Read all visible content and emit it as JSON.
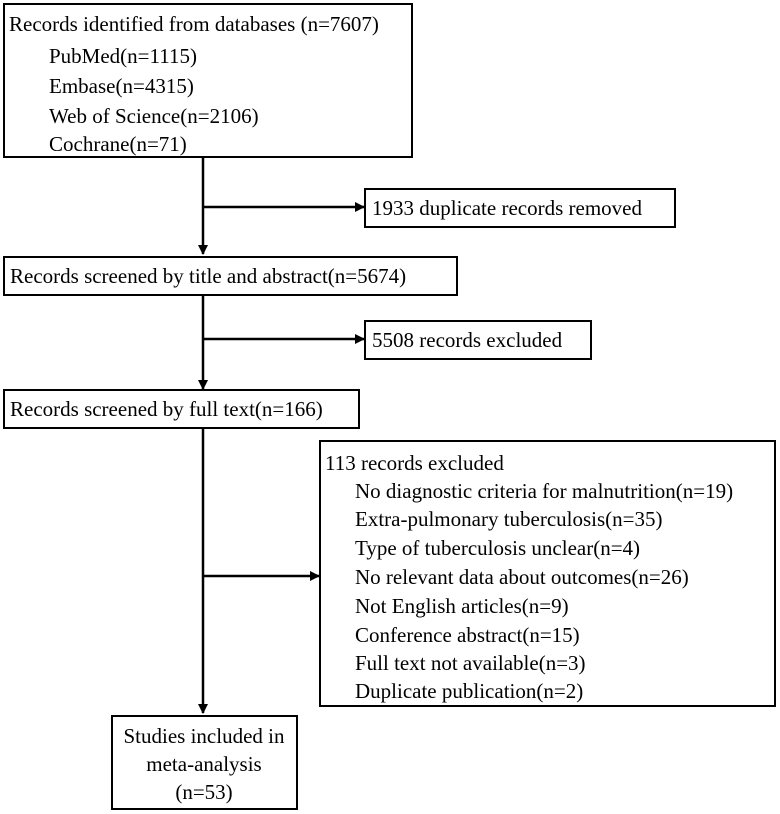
{
  "identification": {
    "title": "Records identified from databases (n=7607)",
    "sources": [
      "PubMed(n=1115)",
      "Embase(n=4315)",
      "Web of Science(n=2106)",
      "Cochrane(n=71)"
    ]
  },
  "duplicates": {
    "label": "1933 duplicate records removed"
  },
  "screening": {
    "label": "Records screened by title and abstract(n=5674)"
  },
  "excluded_screening": {
    "label": "5508 records excluded"
  },
  "fulltext": {
    "label": "Records screened by full text(n=166)"
  },
  "excluded_fulltext": {
    "title": "113 records excluded",
    "reasons": [
      "No diagnostic criteria for malnutrition(n=19)",
      "Extra-pulmonary tuberculosis(n=35)",
      "Type of tuberculosis unclear(n=4)",
      "No relevant data about outcomes(n=26)",
      "Not English articles(n=9)",
      "Conference abstract(n=15)",
      "Full text not available(n=3)",
      "Duplicate publication(n=2)"
    ]
  },
  "included": {
    "lines": [
      "Studies included in",
      "meta-analysis",
      "(n=53)"
    ]
  },
  "colors": {
    "stroke": "#000000",
    "background": "#ffffff"
  }
}
